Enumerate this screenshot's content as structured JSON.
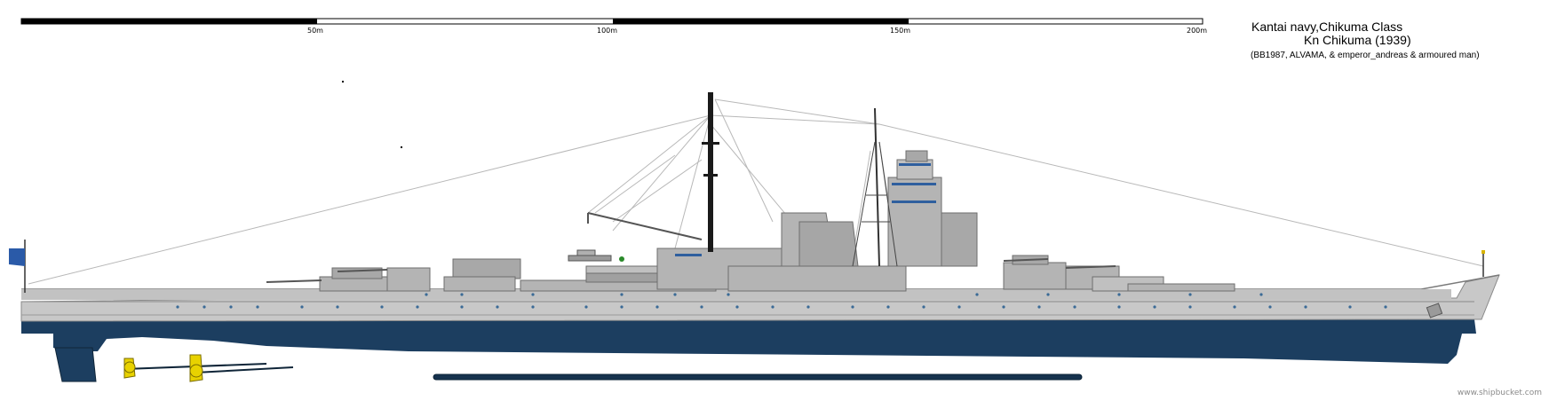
{
  "scale_bar": {
    "labels": [
      "50m",
      "100m",
      "150m",
      "200m"
    ]
  },
  "header": {
    "title_line1": "Kantai navy,Chikuma Class",
    "title_line2": "Kn Chikuma (1939)",
    "credits": "(BB1987, ALVAMA, & emperor_andreas & armoured man)"
  },
  "watermark": "www.shipbucket.com",
  "colors": {
    "hull_upper": "#c8c8c8",
    "hull_lower": "#1c3e60",
    "superstructure": "#b4b4b4",
    "mast_dark": "#1a1a1a",
    "rigging": "#b0b0b0",
    "flag": "#2a5aa8",
    "propeller": "#e8d200"
  }
}
